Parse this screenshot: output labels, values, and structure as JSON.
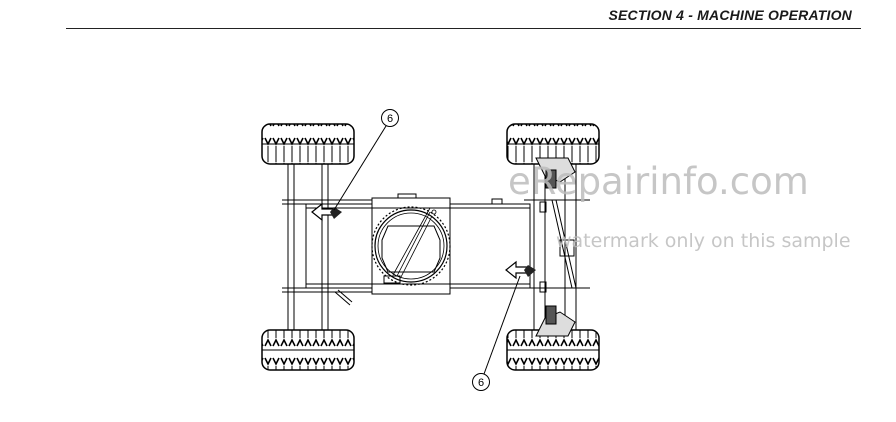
{
  "header": {
    "section_title": "SECTION 4 - MACHINE OPERATION"
  },
  "figure": {
    "callout_top": "6",
    "callout_bottom": "6"
  },
  "watermark": {
    "main": "eRepairinfo.com",
    "sub": "watermark only on this sample"
  }
}
